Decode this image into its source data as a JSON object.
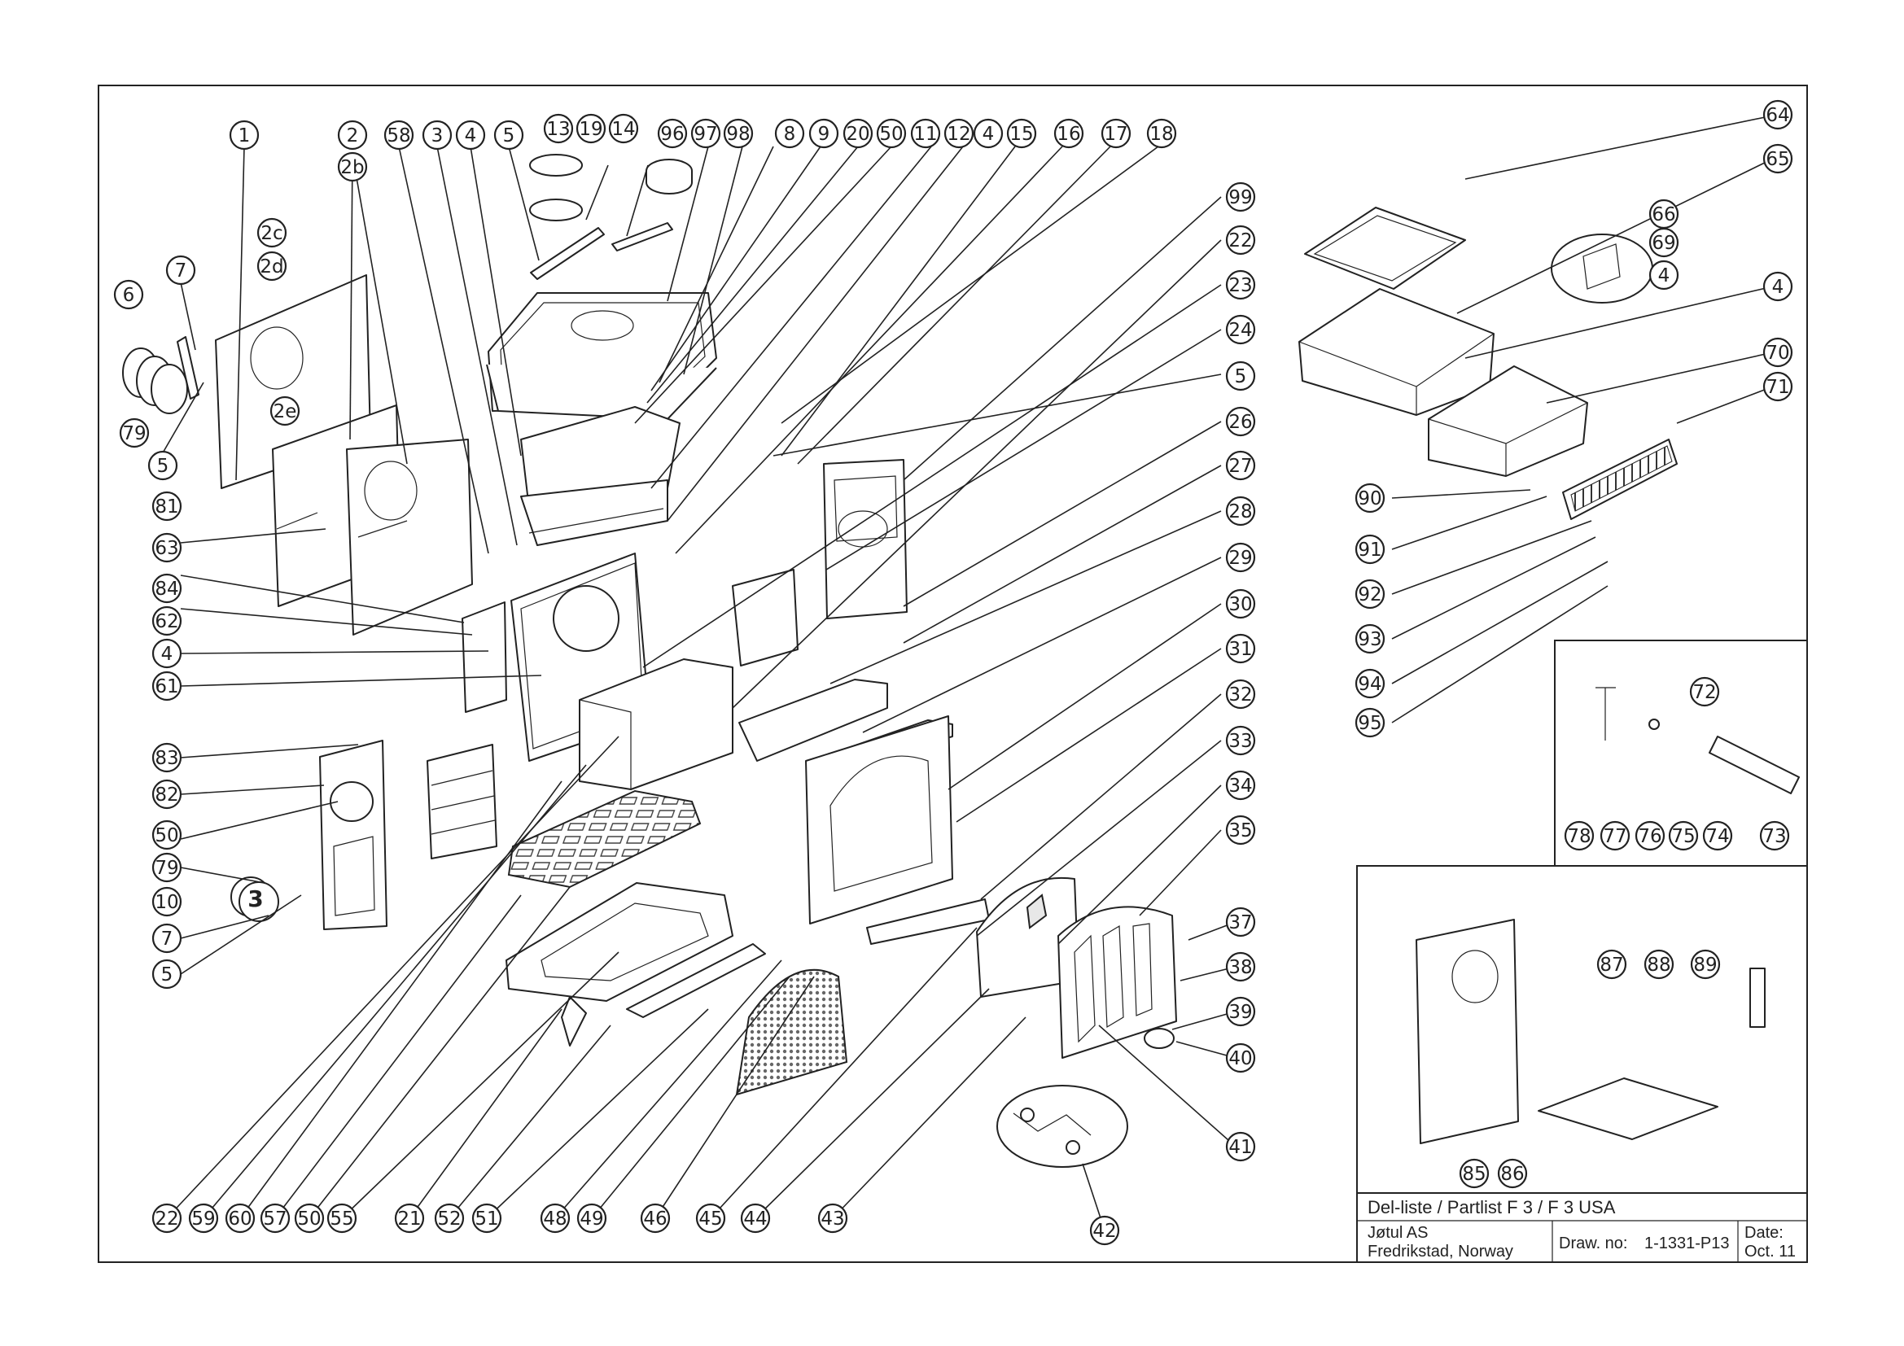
{
  "title_block": {
    "partlist": "Del-liste / Partlist F 3 / F 3 USA",
    "company": "Jøtul AS",
    "location": "Fredrikstad, Norway",
    "draw_no_label": "Draw. no:",
    "draw_no": "1-1331-P13",
    "date_label": "Date:",
    "date": "Oct. 11"
  },
  "callouts": {
    "c1": "1",
    "c2": "2",
    "c2b": "2b",
    "c2c": "2c",
    "c2d": "2d",
    "c2e": "2e",
    "c58": "58",
    "c3": "3",
    "c4a": "4",
    "c5a": "5",
    "c13": "13",
    "c19": "19",
    "c14": "14",
    "c96": "96",
    "c97": "97",
    "c98": "98",
    "c8": "8",
    "c9": "9",
    "c20": "20",
    "c50a": "50",
    "c11": "11",
    "c12": "12",
    "c4b": "4",
    "c15": "15",
    "c16": "16",
    "c17": "17",
    "c18": "18",
    "c99": "99",
    "c22a": "22",
    "c23": "23",
    "c24": "24",
    "c5b": "5",
    "c26": "26",
    "c27": "27",
    "c28": "28",
    "c29": "29",
    "c30": "30",
    "c31": "31",
    "c32": "32",
    "c33": "33",
    "c34": "34",
    "c35": "35",
    "c37": "37",
    "c38": "38",
    "c39": "39",
    "c40": "40",
    "c41": "41",
    "c42": "42",
    "c43": "43",
    "c44": "44",
    "c45": "45",
    "c46": "46",
    "c49": "49",
    "c48": "48",
    "c51": "51",
    "c52": "52",
    "c21": "21",
    "c55": "55",
    "c50b": "50",
    "c57": "57",
    "c60": "60",
    "c59": "59",
    "c22b": "22",
    "c6": "6",
    "c7a": "7",
    "c79a": "79",
    "c5c": "5",
    "c81": "81",
    "c63": "63",
    "c84": "84",
    "c62": "62",
    "c4c": "4",
    "c61": "61",
    "c83": "83",
    "c82": "82",
    "c50c": "50",
    "c79b": "79",
    "c10": "10",
    "c7b": "7",
    "c5d": "5",
    "c64": "64",
    "c65": "65",
    "c66": "66",
    "c69": "69",
    "c4d": "4",
    "c4e": "4",
    "c70": "70",
    "c71": "71",
    "c90": "90",
    "c91": "91",
    "c92": "92",
    "c93": "93",
    "c94": "94",
    "c95": "95",
    "c72": "72",
    "c78": "78",
    "c77": "77",
    "c76": "76",
    "c75": "75",
    "c74": "74",
    "c73": "73",
    "c87": "87",
    "c88": "88",
    "c89": "89",
    "c85": "85",
    "c86": "86"
  },
  "emblem_number": "3",
  "icons": {
    "bolt": "bolt-icon",
    "screw": "screw-icon",
    "washer": "washer-icon"
  }
}
